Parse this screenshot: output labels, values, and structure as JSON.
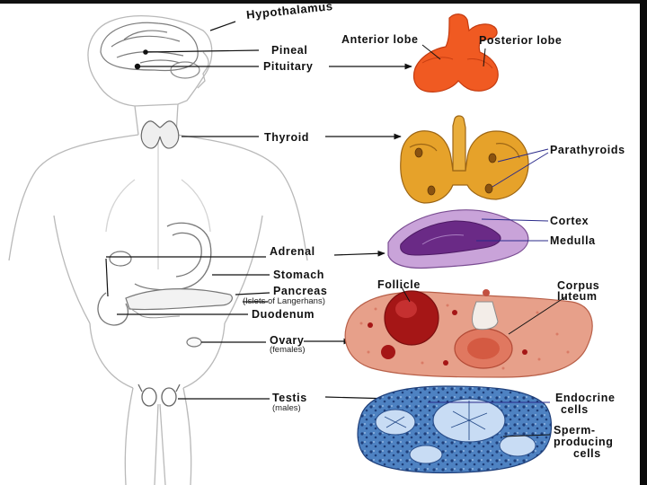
{
  "labels": {
    "hypothalamus": "Hypothalamus",
    "pineal": "Pineal",
    "pituitary": "Pituitary",
    "anterior_lobe": "Anterior lobe",
    "posterior_lobe": "Posterior lobe",
    "thyroid": "Thyroid",
    "parathyroids": "Parathyroids",
    "cortex": "Cortex",
    "medulla": "Medulla",
    "adrenal": "Adrenal",
    "stomach": "Stomach",
    "pancreas": "Pancreas",
    "islets": "(Islets of Langerhans)",
    "duodenum": "Duodenum",
    "follicle": "Follicle",
    "corpus_luteum_1": "Corpus",
    "corpus_luteum_2": "luteum",
    "ovary": "Ovary",
    "females": "(females)",
    "testis": "Testis",
    "males": "(males)",
    "endocrine_cells_1": "Endocrine",
    "endocrine_cells_2": "cells",
    "sperm_cells_1": "Sperm-",
    "sperm_cells_2": "producing",
    "sperm_cells_3": "cells"
  },
  "colors": {
    "pituitary": "#f05a22",
    "thyroid": "#e6a22a",
    "adrenal_cortex": "#c9a3d9",
    "adrenal_medulla": "#6a2a86",
    "ovary": "#e7a08a",
    "follicle": "#a51616",
    "testis": "#3e74b8",
    "pointer_line": "#2a2a8a"
  }
}
